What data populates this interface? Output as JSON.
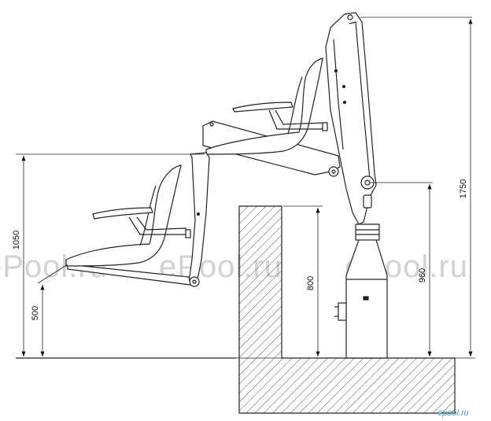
{
  "dimensions": {
    "d1050": "1050",
    "d500": "500",
    "d800": "800",
    "d960": "960",
    "d1750": "1750"
  },
  "watermark": {
    "text": "ePool.ru",
    "brand": "epool.ru"
  },
  "colors": {
    "line": "#222222",
    "hatch": "#555555",
    "watermark": "#d2d2d2",
    "brand": "#3aa8d8"
  }
}
